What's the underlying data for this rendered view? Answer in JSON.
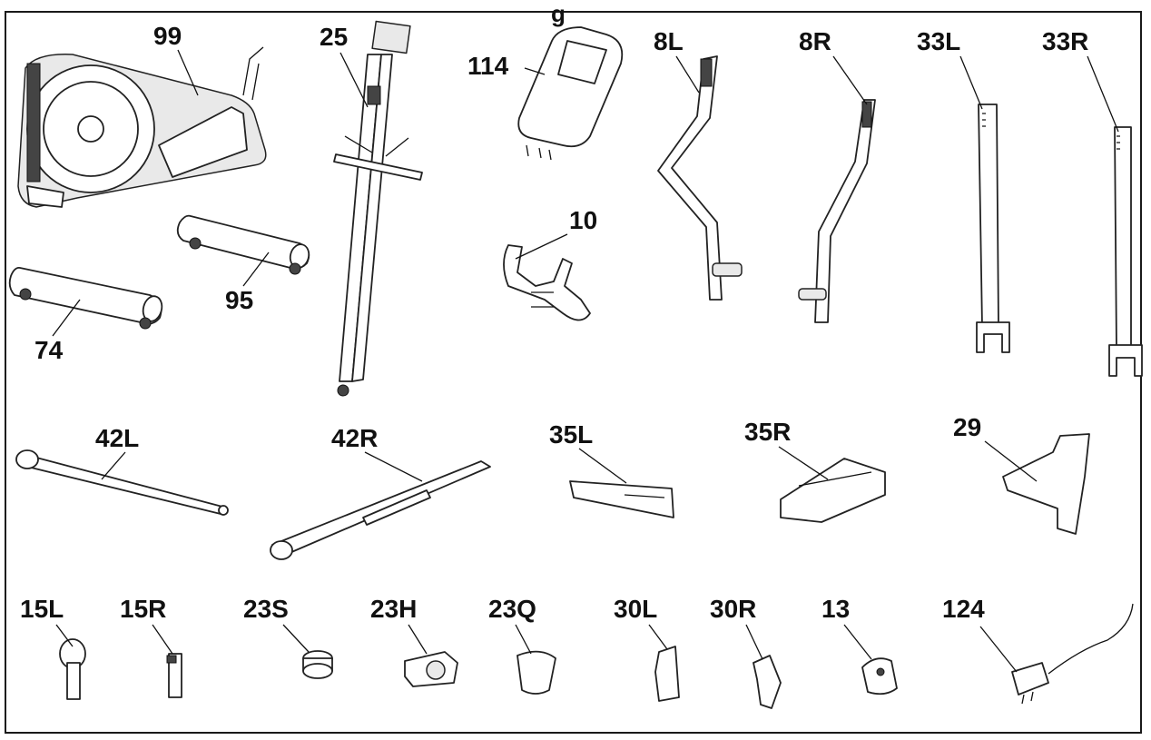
{
  "header": {
    "fragment": "g"
  },
  "parts": {
    "p99": "99",
    "p25": "25",
    "p114": "114",
    "p8L": "8L",
    "p8R": "8R",
    "p33L": "33L",
    "p33R": "33R",
    "p10": "10",
    "p95": "95",
    "p74": "74",
    "p42L": "42L",
    "p42R": "42R",
    "p35L": "35L",
    "p35R": "35R",
    "p29": "29",
    "p15L": "15L",
    "p15R": "15R",
    "p23S": "23S",
    "p23H": "23H",
    "p23Q": "23Q",
    "p30L": "30L",
    "p30R": "30R",
    "p13": "13",
    "p124": "124"
  }
}
